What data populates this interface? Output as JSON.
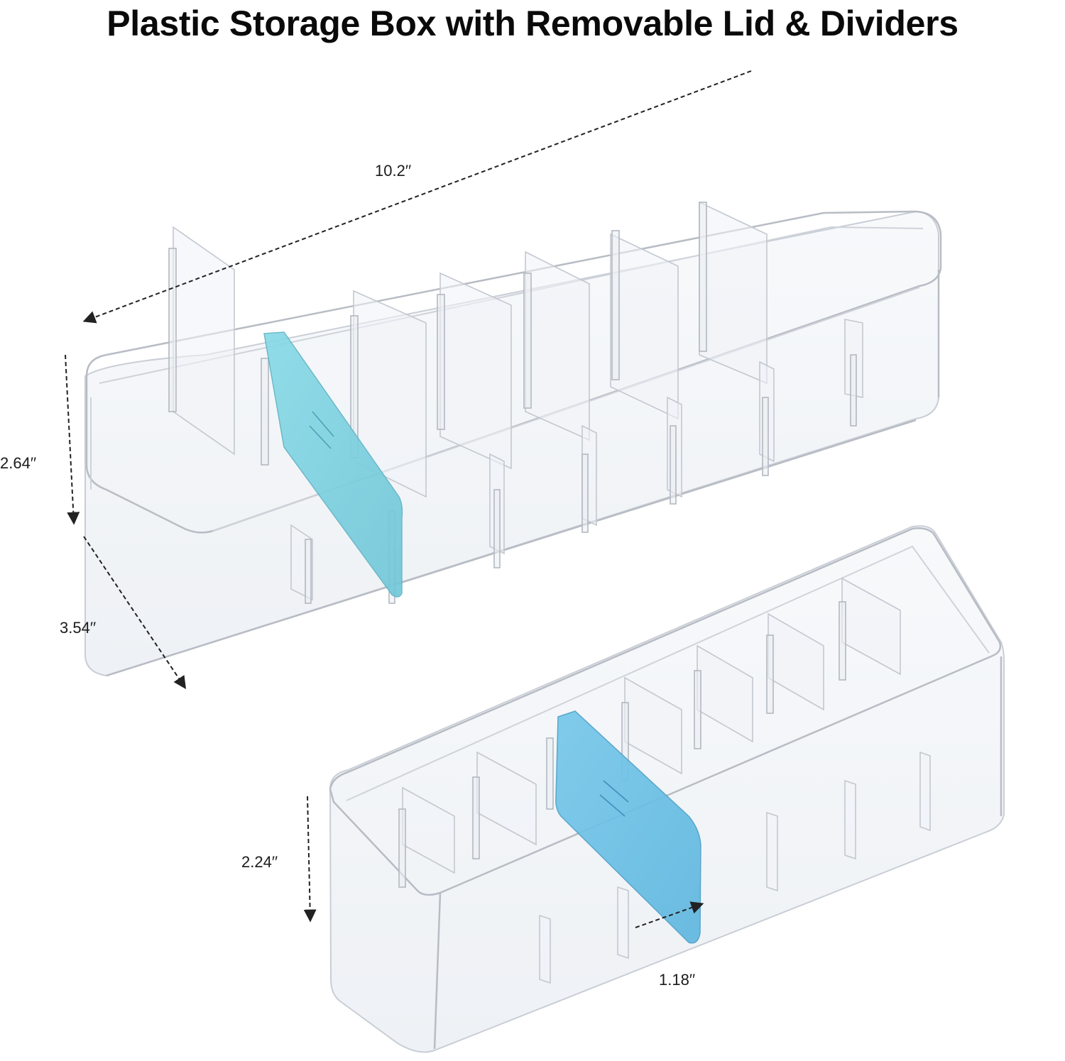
{
  "title": "Plastic Storage Box with Removable Lid & Dividers",
  "dimensions": {
    "length": "10.2′′",
    "height_with_lid": "2.64′′",
    "width": "3.54′′",
    "height_tray": "2.24′′",
    "divider_thickness": "1.18′′"
  },
  "colors": {
    "divider_accent": "#7fd3e3",
    "divider_accent_tray": "#66bfe6",
    "background": "#ffffff"
  },
  "icons": {
    "arrowhead": "arrow-head-icon"
  }
}
